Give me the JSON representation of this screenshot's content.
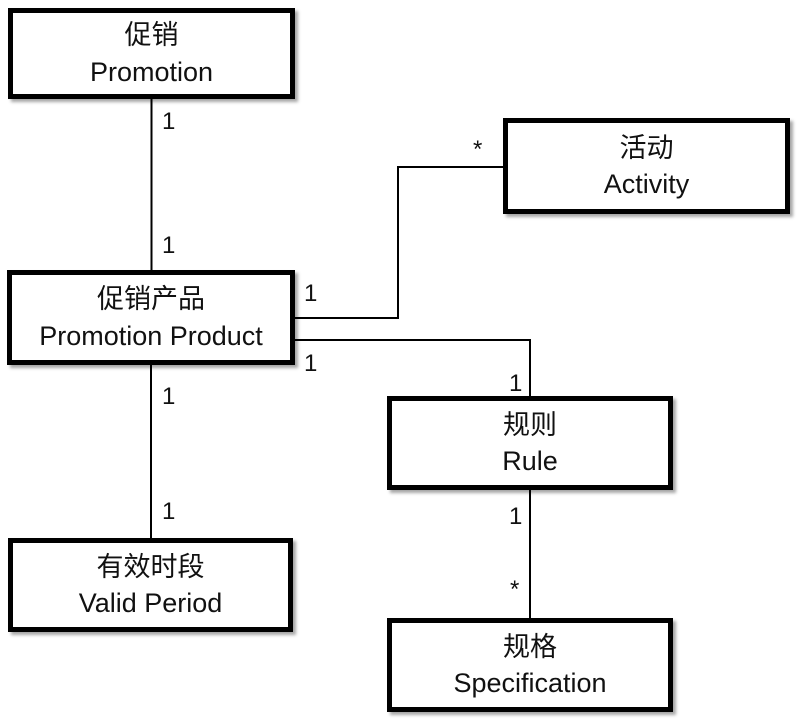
{
  "colors": {
    "background": "#ffffff",
    "box_fill": "#ffffff",
    "stroke": "#000000",
    "text": "#111111"
  },
  "diagram": {
    "type": "uml-class-diagram",
    "nodes": [
      {
        "id": "promotion",
        "zh": "促销",
        "en": "Promotion"
      },
      {
        "id": "activity",
        "zh": "活动",
        "en": "Activity"
      },
      {
        "id": "promotion-product",
        "zh": "促销产品",
        "en": "Promotion Product"
      },
      {
        "id": "rule",
        "zh": "规则",
        "en": "Rule"
      },
      {
        "id": "valid-period",
        "zh": "有效时段",
        "en": "Valid Period"
      },
      {
        "id": "specification",
        "zh": "规格",
        "en": "Specification"
      }
    ],
    "edges": [
      {
        "from": "promotion",
        "to": "promotion-product",
        "from_label": "1",
        "to_label": "1"
      },
      {
        "from": "promotion-product",
        "to": "activity",
        "from_label": "1",
        "to_label": "*"
      },
      {
        "from": "promotion-product",
        "to": "rule",
        "from_label": "1",
        "to_label": "1"
      },
      {
        "from": "promotion-product",
        "to": "valid-period",
        "from_label": "1",
        "to_label": "1"
      },
      {
        "from": "rule",
        "to": "specification",
        "from_label": "1",
        "to_label": "*"
      }
    ]
  }
}
